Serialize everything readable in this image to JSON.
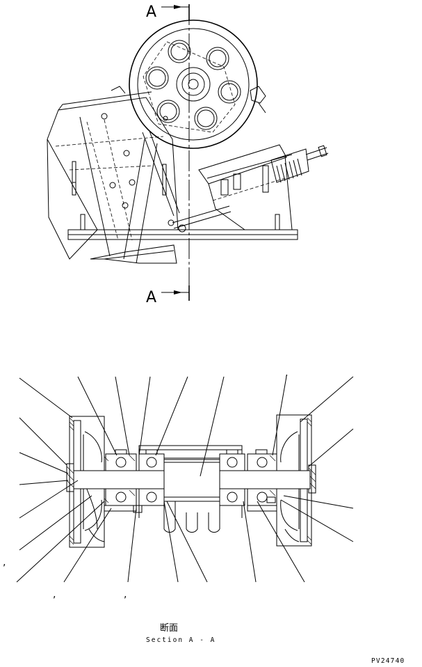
{
  "section_markers": {
    "top_letter": "A",
    "bottom_letter": "A"
  },
  "section_caption": {
    "japanese": "断面",
    "english": "Section A - A"
  },
  "stray_marks": {
    "top_right": ",",
    "left": ",",
    "bottom_a": ",",
    "bottom_b": ","
  },
  "drawing_code": "PV24740"
}
